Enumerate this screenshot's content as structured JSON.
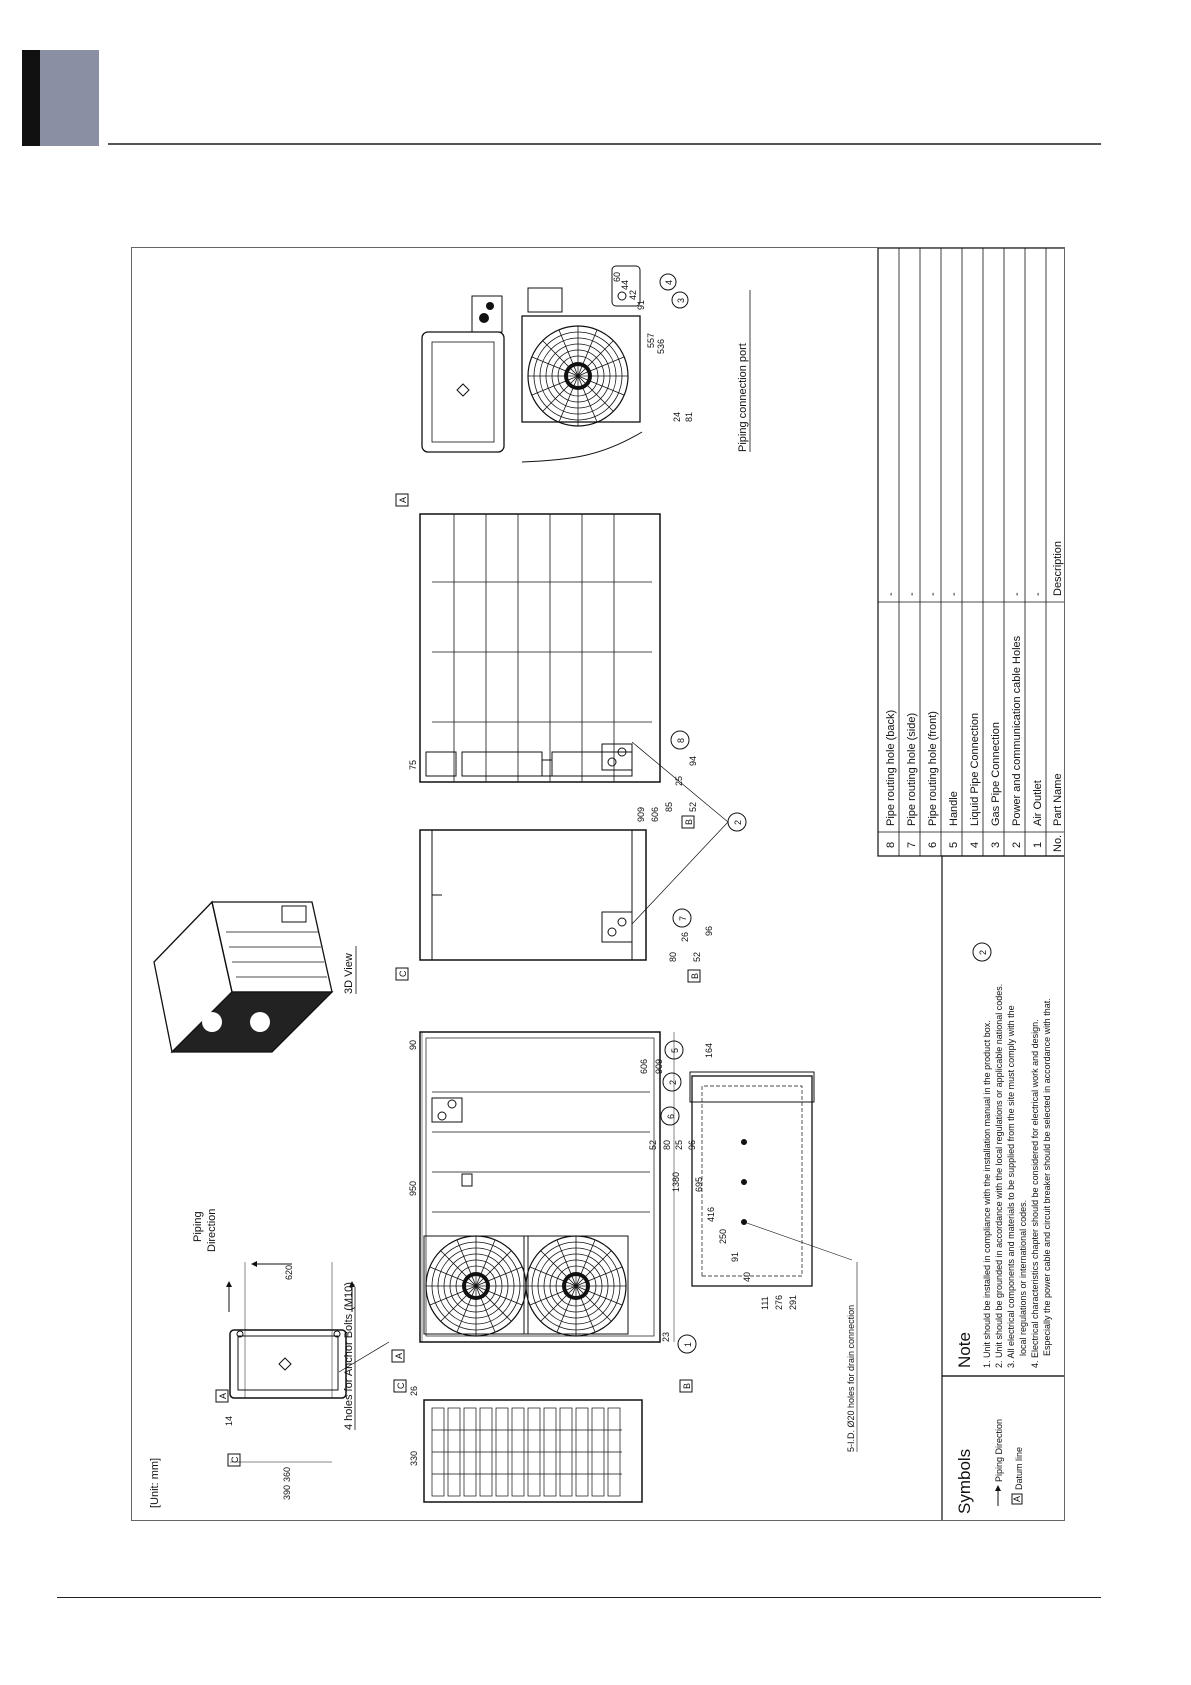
{
  "unit": "[Unit: mm]",
  "labels": {
    "piping_direction_1": "Piping",
    "piping_direction_2": "Direction",
    "anchor_bolts": "4 holes for Anchor Bolts (M10)",
    "drain": "5-I.D. Ø20 holes for drain connection",
    "view_3d": "3D View",
    "piping_port": "Piping connection port"
  },
  "dimensions": {
    "top_620": "620",
    "top_360": "360",
    "top_390": "390",
    "top_14": "14",
    "side_330": "330",
    "side_26": "26",
    "front_950": "950",
    "front_90": "90",
    "front_1380": "1380",
    "front_23": "23",
    "front_606": "606",
    "front_909": "909",
    "front_52": "52",
    "front_80": "80",
    "front_25": "25",
    "front_96": "96",
    "bot_695": "695",
    "bot_416": "416",
    "bot_250": "250",
    "bot_91": "91",
    "bot_40": "40",
    "bot_111": "111",
    "bot_276": "276",
    "bot_291": "291",
    "bot_164": "164",
    "mid_80": "80",
    "mid_26": "26",
    "mid_52": "52",
    "mid_96": "96",
    "back_75": "75",
    "back_909": "909",
    "back_606": "606",
    "back_85": "85",
    "back_25": "25",
    "back_52": "52",
    "back_94": "94",
    "port_60": "60",
    "port_44": "44",
    "port_42": "42",
    "port_91": "91",
    "port_557": "557",
    "port_536": "536",
    "port_24": "24",
    "port_81": "81"
  },
  "datums": {
    "a": "A",
    "b": "B",
    "c": "C"
  },
  "callouts": {
    "c1": "1",
    "c2": "2",
    "c3": "3",
    "c4": "4",
    "c5": "5",
    "c6": "6",
    "c7": "7",
    "c8": "8"
  },
  "symbols": {
    "title": "Symbols",
    "piping": "Piping Direction",
    "datum_box": "A",
    "datum": "Datum line"
  },
  "note": {
    "title": "Note",
    "lines": [
      "1. Unit should be installed in compliance with the installation manual in the product box.",
      "2. Unit should be grounded in accordance with the local regulations or applicable national codes.",
      "3. All electrical components and materials to be supplied from the site must comply with the",
      "local regulations or international codes.",
      "4. Electrical characteristics chapter should be considered for electrical work and design.",
      "Especially the power cable and circuit breaker should be selected in accordance with that."
    ]
  },
  "parts_table": {
    "header": {
      "no": "No.",
      "part": "Part Name",
      "desc": "Description"
    },
    "rows": [
      {
        "no": "1",
        "part": "Air Outlet",
        "desc": "-"
      },
      {
        "no": "2",
        "part": "Power and communication cable Holes",
        "desc": "-"
      },
      {
        "no": "3",
        "part": "Gas Pipe Connection",
        "desc": ""
      },
      {
        "no": "4",
        "part": "Liquid Pipe Connection",
        "desc": ""
      },
      {
        "no": "5",
        "part": "Handle",
        "desc": "-"
      },
      {
        "no": "6",
        "part": "Pipe routing hole (front)",
        "desc": "-"
      },
      {
        "no": "7",
        "part": "Pipe routing hole (side)",
        "desc": "-"
      },
      {
        "no": "8",
        "part": "Pipe routing hole (back)",
        "desc": "-"
      }
    ]
  },
  "colors": {
    "tab_gray": "#8a8fa3",
    "tab_black": "#111111",
    "line": "#111111"
  }
}
